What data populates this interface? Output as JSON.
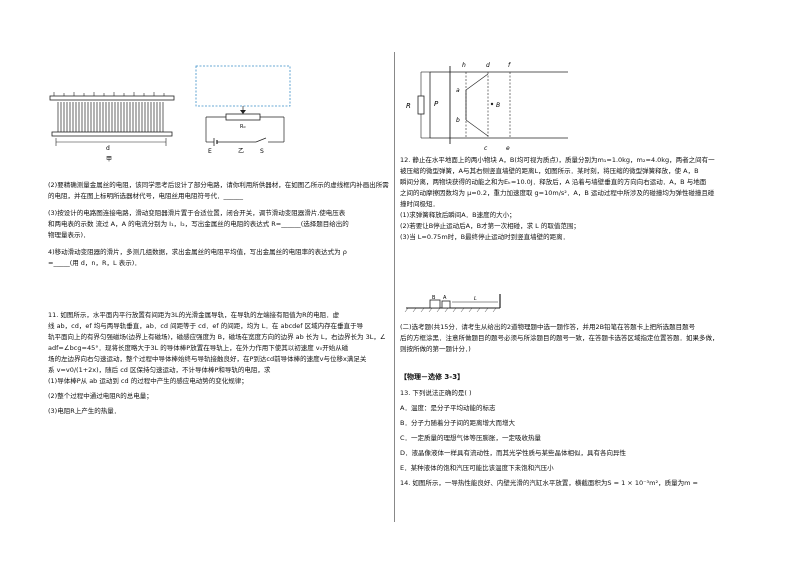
{
  "left": {
    "fig_top": {
      "label_jia": "甲",
      "label_yi": "乙",
      "label_d": "d",
      "label_r0": "R₀",
      "label_e": "E",
      "label_s": "S"
    },
    "q_part2": "(2)要精确测量金属丝的电阻，该同学思考后设计了部分电路，请你利用所供器材，在如图乙所示的虚线框内补画出所需的电阻，并在图上标明所选器材代号，电阻丝用电阻符号代．______",
    "q_part3a": "(3)按设计的电路图连接电路，滑动变阻器滑片置于合适位置，闭合开关，调节滑动变阻器滑片,使电压表",
    "q_part3b": "和两电表的示数 流过 A，A 的电流分别为 I₁，I₂，写出金属丝的电阻的表达式 R=______(选择题目给出的",
    "q_part3c": "物理量表示)．",
    "q_part4a": "4)移动滑动变阻器的滑片，多测几组数据，求出金属丝的电阻平均值，写出金属丝的电阻率的表达式为 ρ",
    "q_part4b": "=_____(用 d，n，R，L 表示)．",
    "q11_l1": "11.  如图所示，水平面内平行放置有间距为3L的光滑金属导轨，在导轨的左端接有阻值为R的电阻．虚",
    "q11_l2": "线 ab，cd，ef 均与两导轨垂直，ab．cd 间距等于 cd．ef 的间距，均为 L．在 abcdef 区域内存在垂直于导",
    "q11_l3": "轨平面向上的有界匀强磁场(边界上有磁场)，磁感应强度为 B，磁场在宽度方向的边界 ab 长为 L，右边界长为 3L，∠",
    "q11_l4": "adf=∠bcg=45°．现将长度略大于3L 的导体棒P放置在导轨上，在外力作用下使其以初速度 v₀开始从磁",
    "q11_l5": "场的左边界向右匀速运动，整个过程中导体棒始终与导轨接触良好，在P到达cd前导体棒的速度v与位移x满足关",
    "q11_l6": "系 v=v0/(1+2x)，随后 cd 区保持匀速运动，不计导体棒P和导轨的电阻，求",
    "q11_s1": "(1)导体棒P从 ab 运动到 cd 的过程中产生的感应电动势的变化规律；",
    "q11_s2": "(2)整个过程中通过电阻R的总电量；",
    "q11_s3": "(3)电阻R上产生的热量．"
  },
  "right": {
    "fig_rails": {
      "h": "h",
      "d": "d",
      "f": "f",
      "R": "R",
      "P": "P",
      "a": "a",
      "b": "b",
      "B": "B",
      "c": "c",
      "e": "e"
    },
    "q12_l1": "12.  静止在水平地面上的两小物块 A，B(均可视为质点)，质量分别为m₁=1.0kg，m₂=4.0kg，两者之间有一",
    "q12_l2": "被压缩的微型弹簧，A与其右侧竖直墙壁的距离L，如图所示．某时刻，将压缩的微型弹簧释放，使 A，B",
    "q12_l3": "瞬间分离，两物块获得的动能之和为Eₖ=10.0J．释放后，A 沿着与墙壁垂直的方向向右运动．A，B 与地面",
    "q12_l4": "之间的动摩擦因数均为 μ=0.2，重力加速度取 g=10m/s²．A，B 运动过程中所涉及的碰撞均为弹性碰撞且碰",
    "q12_l5": "撞时间极短．",
    "q12_s1": "(1)求弹簧释放后瞬间A．B速度的大小；",
    "q12_s2": "(2)若要让B停止运动后A，B才第一次相碰，求 L 的取值范围；",
    "q12_s3": "(3)当 L=0.75m时，B最终停止运动时到竖直墙壁的距离．",
    "fig_blocks": {
      "B": "B",
      "A": "A",
      "L": "L"
    },
    "sec2_l1": "(二)选考题(共15分．请考生从给出的2道物理题中选一题作答，并用2B铅笔在答题卡上把所选题目题号",
    "sec2_l2": "后的方框涂黑．注意所做题目的题号必须与所涂题目的题号一致，在答题卡选答区域指定位置答题．如果多做，",
    "sec2_l3": "则按所做的第一题计分．)",
    "sec2_l3_note": "则按所做的第一题计分．",
    "section_title": "【物理－选修 3-3】",
    "q13_stem": "13.  下列说法正确的是(    )",
    "q13_a": "A．温度：是分子平均动能的标志",
    "q13_b": "B．分子力随着分子间的距离增大而增大",
    "q13_c": "C．一定质量的理想气体等压膨胀，一定吸收热量",
    "q13_d": "D．液晶像液体一样具有流动性，而其光学性质与某些晶体相似，具有各向异性",
    "q13_e": "E．某种液体的饱和汽压可能比该温度下未饱和汽压小",
    "q14": "14.  如图所示，一导热性能良好、内壁光滑的汽缸水平放置，横截面积为S = 1 × 10⁻³m²，质量为m ="
  }
}
